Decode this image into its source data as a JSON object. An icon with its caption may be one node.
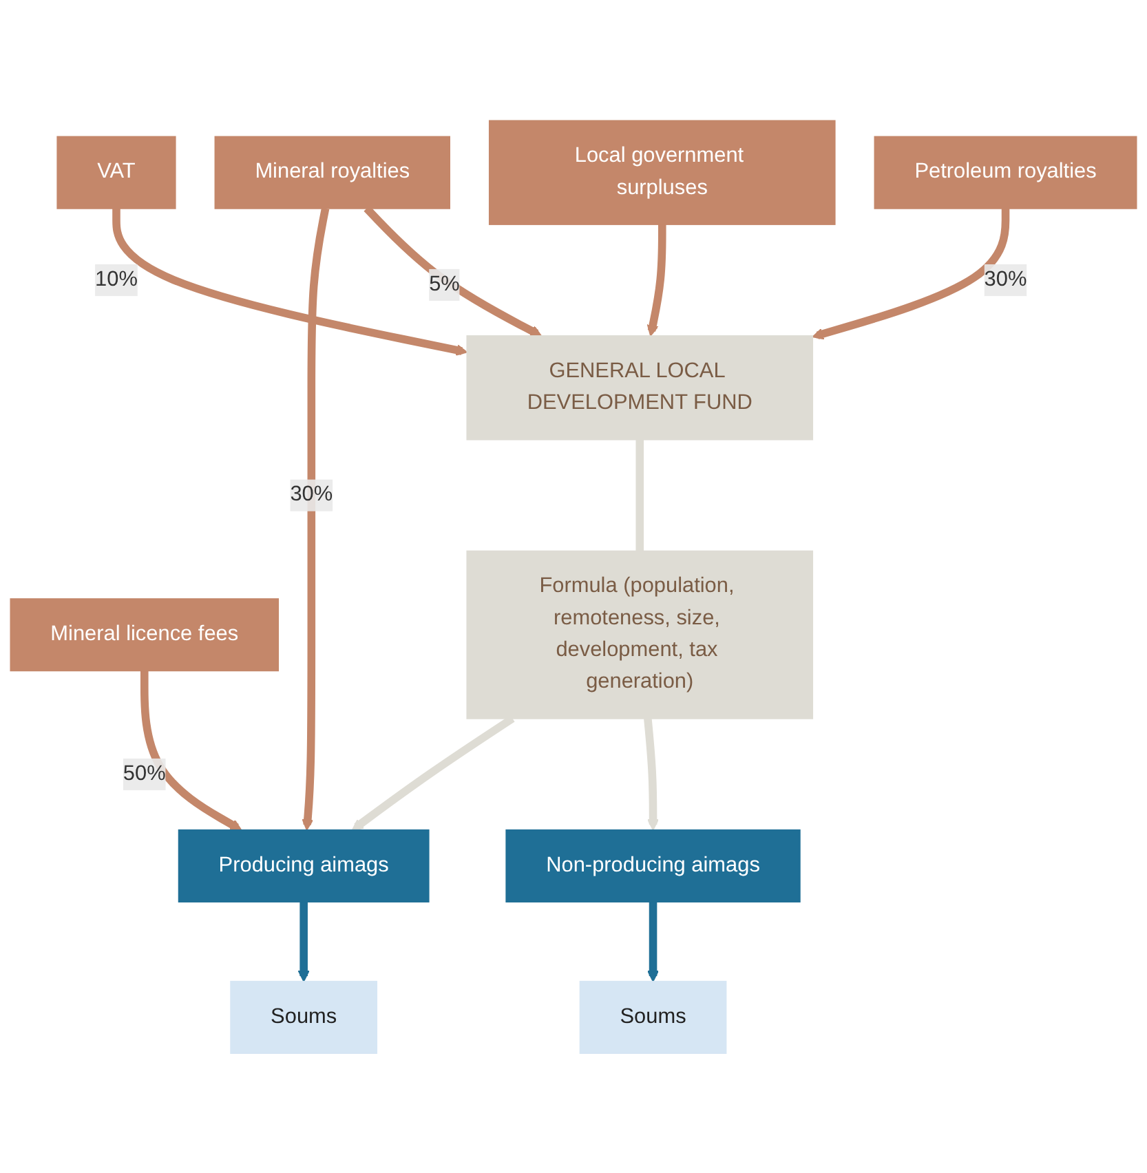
{
  "diagram": {
    "nodes": [
      {
        "text": [
          "Petroleum royalties"
        ]
      },
      {
        "text": [
          "Local government surpluses"
        ]
      },
      {
        "text": [
          "VAT"
        ]
      },
      {
        "text": [
          "Mineral royalties"
        ]
      },
      {
        "text": [
          "Mineral licence fees"
        ]
      },
      {
        "text": [
          "GENERAL LOCAL DEVELOPMENT FUND"
        ]
      },
      {
        "text": [
          "Formula (population, remoteness, size, development, tax generation)"
        ]
      },
      {
        "text": [
          "Non-producing aimags"
        ]
      },
      {
        "text": [
          "Producing aimags"
        ]
      },
      {
        "text": [
          "Soums"
        ]
      },
      {
        "text": [
          "Soums"
        ]
      }
    ],
    "edges": [
      {
        "from": 0,
        "to": 5,
        "arrow": "to",
        "label": "30%"
      },
      {
        "from": 1,
        "to": 5,
        "arrow": "to"
      },
      {
        "from": 2,
        "to": 5,
        "arrow": "to",
        "label": "10%"
      },
      {
        "from": 3,
        "to": 5,
        "arrow": "to",
        "label": "5%"
      },
      {
        "from": 3,
        "to": 8,
        "arrow": "to",
        "label": "30%"
      },
      {
        "from": 4,
        "to": 8,
        "arrow": "to",
        "label": "50%"
      },
      {
        "from": 5,
        "to": 6,
        "arrow": "none",
        "color": "#dedcd4"
      },
      {
        "from": 6,
        "to": 7,
        "arrow": "to",
        "color": "#dedcd4"
      },
      {
        "from": 6,
        "to": 8,
        "arrow": "to",
        "color": "#dedcd4"
      },
      {
        "from": 7,
        "to": 9,
        "arrow": "to",
        "color": "#1f6f96"
      },
      {
        "from": 8,
        "to": 10,
        "arrow": "to",
        "color": "#1f6f96"
      }
    ]
  }
}
